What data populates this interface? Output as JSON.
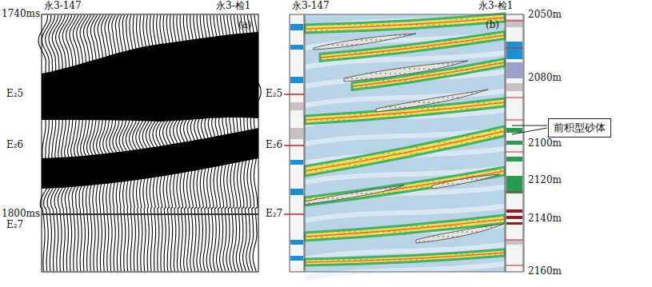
{
  "diagram": {
    "nodes": [
      {
        "text": [
          "前积型砂体"
        ]
      }
    ],
    "labels": [
      "永3-147",
      "永3-检1",
      "(a)",
      "1740ms",
      "E₂5",
      "E₂6",
      "1800ms",
      "E₂7",
      "永3-147",
      "永3-检1",
      "(b)",
      "E₂5",
      "E₂6",
      "E₂7",
      "2050m",
      "2080m",
      "2100m",
      "2120m",
      "2140m",
      "2160m"
    ]
  }
}
